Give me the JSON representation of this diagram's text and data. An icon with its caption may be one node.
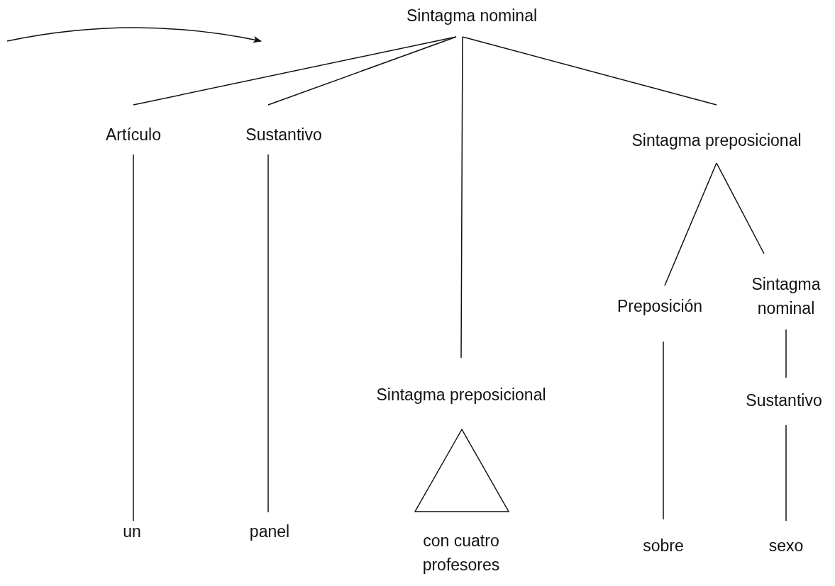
{
  "diagram": {
    "nodes": [
      {
        "text": [
          "Sintagma nominal"
        ]
      },
      {
        "text": [
          "Artículo"
        ]
      },
      {
        "text": [
          "Sustantivo"
        ]
      },
      {
        "text": [
          "Sintagma preposicional"
        ]
      },
      {
        "text": [
          "Sintagma preposicional"
        ]
      },
      {
        "text": [],
        "shape": "triangle"
      },
      {
        "text": [
          "Preposición"
        ]
      },
      {
        "text": [
          "Sintagma nominal"
        ]
      },
      {
        "text": [
          "Sustantivo"
        ]
      },
      {
        "text": [
          "un"
        ]
      },
      {
        "text": [
          "panel"
        ]
      },
      {
        "text": [
          "con cuatro profesores"
        ]
      },
      {
        "text": [
          "sobre"
        ]
      },
      {
        "text": [
          "sexo"
        ]
      }
    ],
    "edges": [
      {
        "from": 0,
        "to": 1,
        "arrow": "none"
      },
      {
        "from": 0,
        "to": 2,
        "arrow": "none"
      },
      {
        "from": 0,
        "to": 4,
        "arrow": "none"
      },
      {
        "from": 0,
        "to": 3,
        "arrow": "none"
      },
      {
        "from": 1,
        "to": 9,
        "arrow": "none"
      },
      {
        "from": 2,
        "to": 10,
        "arrow": "none"
      },
      {
        "from": 3,
        "to": 6,
        "arrow": "none"
      },
      {
        "from": 3,
        "to": 7,
        "arrow": "none"
      },
      {
        "from": 6,
        "to": 12,
        "arrow": "none"
      },
      {
        "from": 7,
        "to": 8,
        "arrow": "none"
      },
      {
        "from": 8,
        "to": 13,
        "arrow": "none"
      }
    ]
  }
}
